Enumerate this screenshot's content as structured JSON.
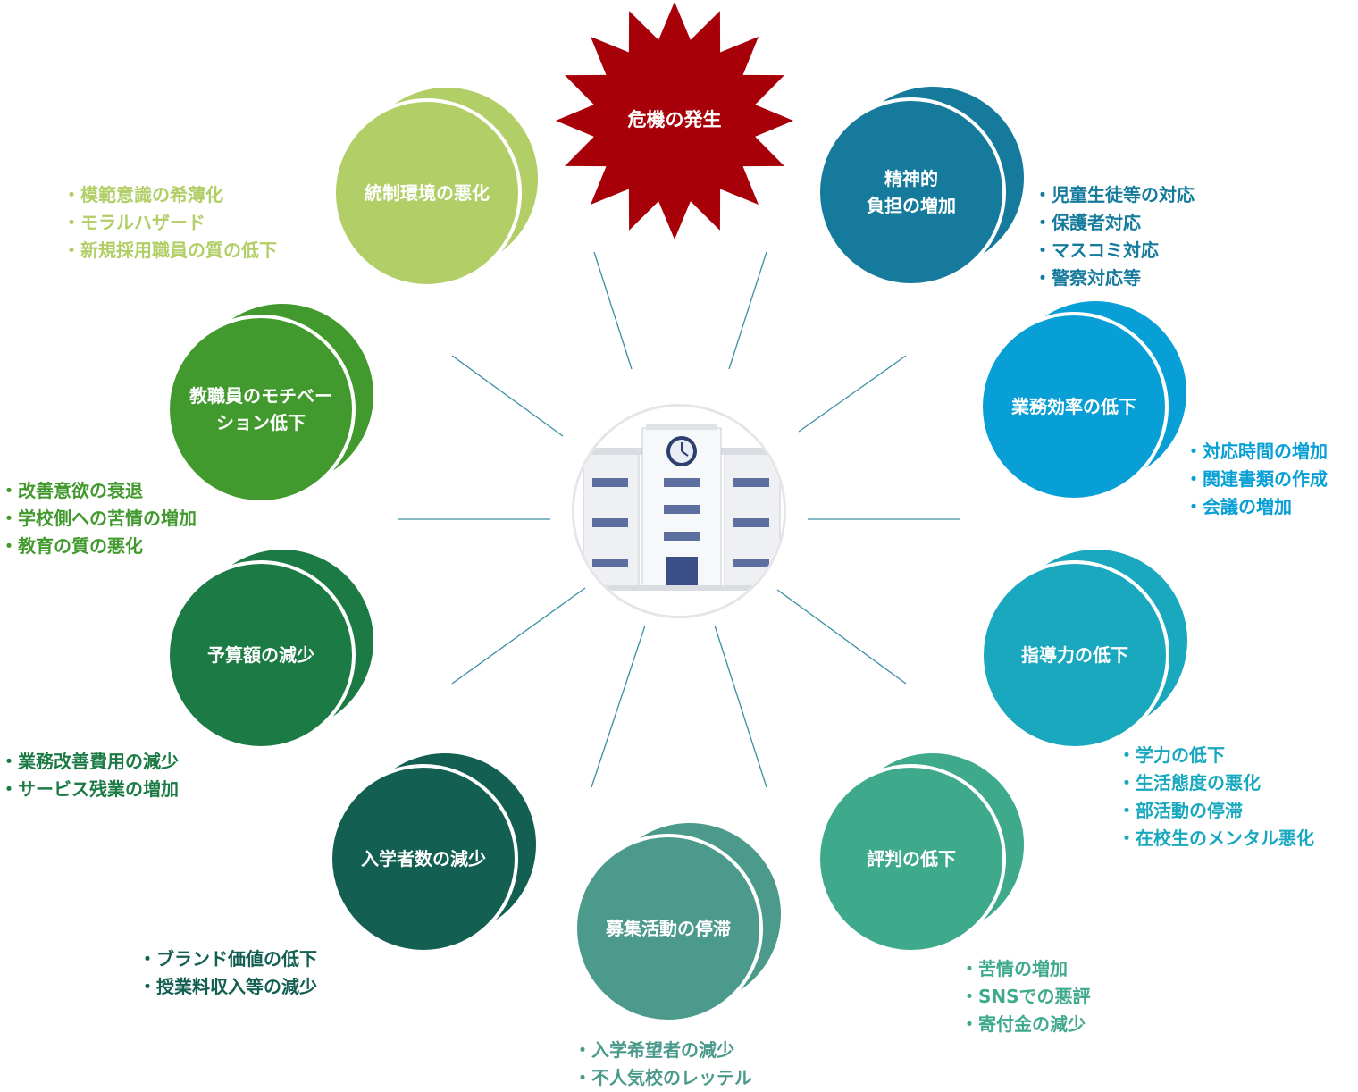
{
  "crisis": {
    "label": "危機の発生",
    "color": "#a80008"
  },
  "center": {
    "icon": "school-building-icon"
  },
  "nodes": [
    {
      "id": "tosei",
      "label": "統制環境の悪化",
      "color": "#b2ce67",
      "back": "#b2ce67",
      "bullets": [
        "模範意識の希薄化",
        "モラルハザード",
        "新規採用職員の質の低下"
      ]
    },
    {
      "id": "seishin",
      "label": "精神的\n負担の増加",
      "color": "#157a9c",
      "back": "#157a9c",
      "bullets": [
        "児童生徒等の対応",
        "保護者対応",
        "マスコミ対応",
        "警察対応等"
      ]
    },
    {
      "id": "motivation",
      "label": "教職員のモチベー\nション低下",
      "color": "#429a2e",
      "back": "#429a2e",
      "bullets": [
        "改善意欲の衰退",
        "学校側への苦情の増加",
        "教育の質の悪化"
      ]
    },
    {
      "id": "gyomu",
      "label": "業務効率の低下",
      "color": "#079fd6",
      "back": "#079fd6",
      "bullets": [
        "対応時間の増加",
        "関連書類の作成",
        "会議の増加"
      ]
    },
    {
      "id": "yosan",
      "label": "予算額の減少",
      "color": "#1c7a44",
      "back": "#1c7a44",
      "bullets": [
        "業務改善費用の減少",
        "サービス残業の増加"
      ]
    },
    {
      "id": "shido",
      "label": "指導力の低下",
      "color": "#1aa8bf",
      "back": "#1aa8bf",
      "bullets": [
        "学力の低下",
        "生活態度の悪化",
        "部活動の停滞",
        "在校生のメンタル悪化"
      ]
    },
    {
      "id": "nyugaku",
      "label": "入学者数の減少",
      "color": "#135f52",
      "back": "#135f52",
      "bullets": [
        "ブランド価値の低下",
        "授業料収入等の減少"
      ]
    },
    {
      "id": "hyoban",
      "label": "評判の低下",
      "color": "#3fa98c",
      "back": "#3fa98c",
      "bullets": [
        "苦情の増加",
        "SNSでの悪評",
        "寄付金の減少"
      ]
    },
    {
      "id": "boshu",
      "label": "募集活動の停滞",
      "color": "#4b9a8b",
      "back": "#4b9a8b",
      "bullets": [
        "入学希望者の減少",
        "不人気校のレッテル"
      ]
    }
  ],
  "line_color": "#3b8fa3"
}
